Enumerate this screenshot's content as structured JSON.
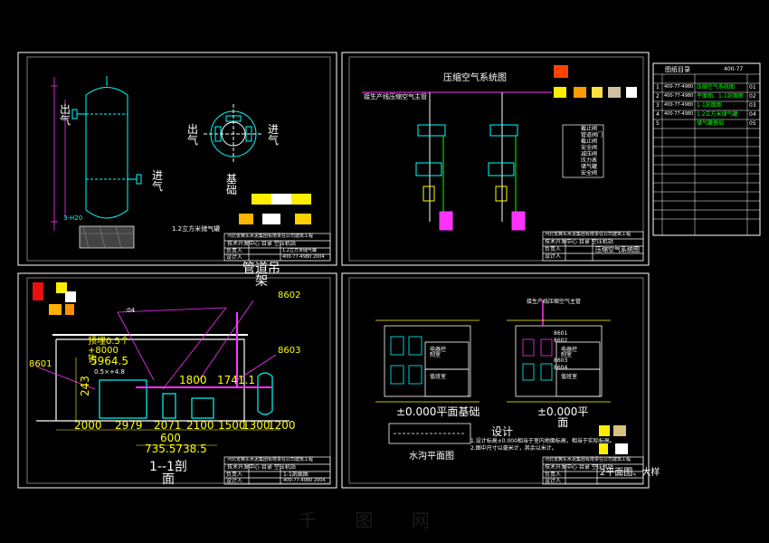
{
  "colors": {
    "background": "#000000",
    "frame": "#ffffff",
    "dimension": "#ffff00",
    "equipment": "#00ffff",
    "leader": "#ff33ff",
    "highlight": "#00ff00"
  },
  "tank_sheet": {
    "outlet_label": "出\n气",
    "inlet_label": "进\n气",
    "plan_outlet": "出\n气",
    "plan_inlet": "进\n气",
    "base_label": "基\n础",
    "level_note": "3-H20",
    "caption": "1.2立方米储气罐",
    "title_company": "河北省冀东水泥集团有限责任公司建筑工程",
    "title_sub": "技术开发中心 目录  空压机站",
    "title_rows": [
      "负责人",
      "设计人"
    ],
    "title_name": "1.2立方米储气罐",
    "title_code": "400-77-4980 2004"
  },
  "system_sheet": {
    "title": "压缩空气系统图",
    "header_note": "接生产线压缩空气主管",
    "legend": [
      "截止阀",
      "管道阀门",
      "截止阀",
      "安全阀",
      "减压阀",
      "压力表",
      "储气罐",
      "安全阀"
    ],
    "title_company": "河北省冀东水泥集团有限责任公司建筑工程",
    "title_sub": "技术开发中心 目录  空压机站",
    "title_name": "压缩空气系统图",
    "title_rows": [
      "负责人",
      "设计人",
      "审核人"
    ]
  },
  "index_sheet": {
    "title": "图纸目录",
    "code": "400-77",
    "rows": [
      {
        "no": "1",
        "code": "400-77-4980",
        "name": "压缩空气系统图",
        "page": "01"
      },
      {
        "no": "2",
        "code": "400-77-4980",
        "name": "平面图、1-1剖面图",
        "page": "02"
      },
      {
        "no": "3",
        "code": "400-77-4980",
        "name": "1-1剖面图",
        "page": "03"
      },
      {
        "no": "4",
        "code": "400-77-4980",
        "name": "1.2立方米储气罐",
        "page": "04"
      },
      {
        "no": "5",
        "code": "",
        "name": "储气罐基础",
        "page": "05"
      }
    ]
  },
  "section_sheet": {
    "pipe_rack": "管道吊\n架",
    "tag_8602": "8602",
    "tag_8603": "8603",
    "tag_8601": "8601",
    "tag_04": ":04",
    "note": "预埋0.5个\n+8000\n钩",
    "elev": "5964.5",
    "elev2": "0.5×+4.8",
    "dim_1800": "1800",
    "dim_1741": "1741.1",
    "dim_243": "243",
    "bottom_dims": [
      "2000",
      "2979",
      "2071",
      "2100",
      "1500",
      "1300",
      "1200"
    ],
    "dim_600": "600",
    "dim_735": "735.5738.5",
    "caption": "1--1剖\n面",
    "title_company": "河北省冀东水泥集团有限责任公司建筑工程",
    "title_sub": "技术开发中心 目录  空压机站",
    "title_name": "1-1剖面图",
    "title_rows": [
      "负责人",
      "设计人",
      "审核人"
    ],
    "title_code": "400-77-4980 2004"
  },
  "plan_sheet": {
    "left_caption": "±0.000平面基础",
    "right_caption": "±0.000平\n面",
    "header_note": "接生产线压缩空气主管",
    "room_labels": [
      "电器控\n制室",
      "值班室",
      "电器控\n制室",
      "值班室"
    ],
    "equip_tags": [
      "8601",
      "8602",
      "8603",
      "8604"
    ],
    "design_label": "设计",
    "notes": [
      "1.设计标高±0.000相当于室内地面标高，相当于实际标高。",
      "2.图中尺寸以毫米计，其余以米计。"
    ],
    "trench_caption": "水沟平面图",
    "title_company": "河北省冀东水泥集团有限责任公司建筑工程",
    "title_sub": "技术开发中心 目录  空压机站",
    "title_name": "2平面图、大样",
    "title_rows": [
      "负责人",
      "设计人",
      "审核人"
    ]
  },
  "watermark": "千 图 网"
}
